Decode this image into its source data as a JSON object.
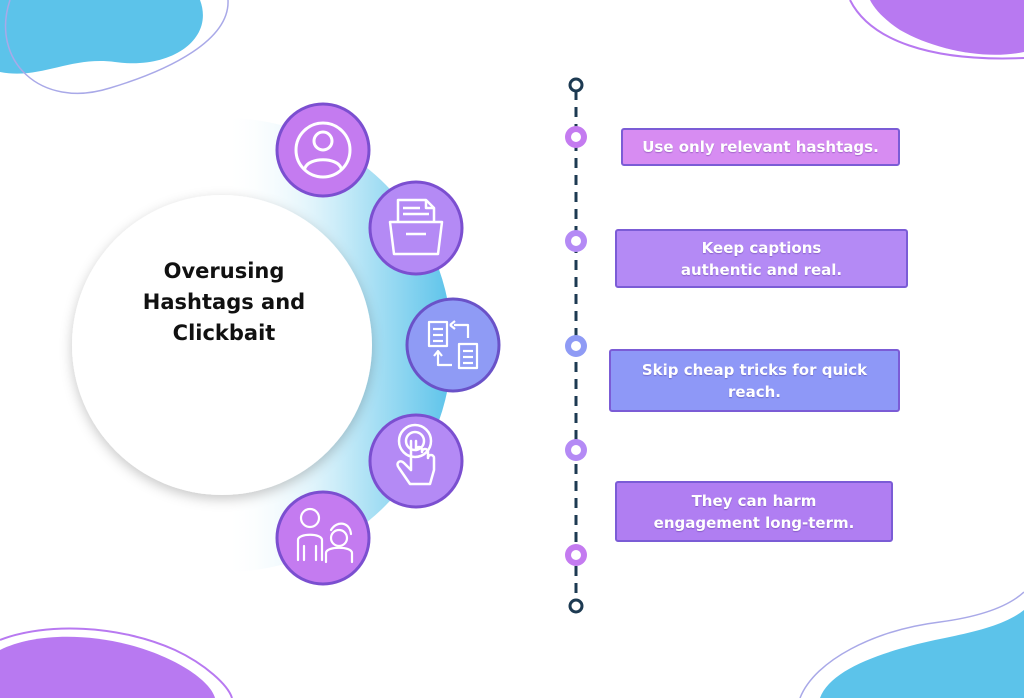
{
  "title": "Overusing Hashtags and Clickbait",
  "icons": [
    "user-icon",
    "folder-document-icon",
    "exchange-documents-icon",
    "tap-hand-icon",
    "people-icon"
  ],
  "tips": [
    {
      "text": "Use only relevant hashtags.",
      "color": "#d78cf2"
    },
    {
      "text": "Keep captions authentic and real.",
      "color": "#b48af5"
    },
    {
      "text": "Skip cheap tricks for quick reach.",
      "color": "#8e98f7"
    },
    {
      "text": "They can harm engagement long-term.",
      "color": "#b07ef2"
    }
  ],
  "colors": {
    "accent_purple": "#c47bf0",
    "accent_blue": "#8f9bf5",
    "timeline_line": "#1d3a52",
    "blob_blue": "#5cc3ea",
    "blob_purple": "#b879f1"
  }
}
